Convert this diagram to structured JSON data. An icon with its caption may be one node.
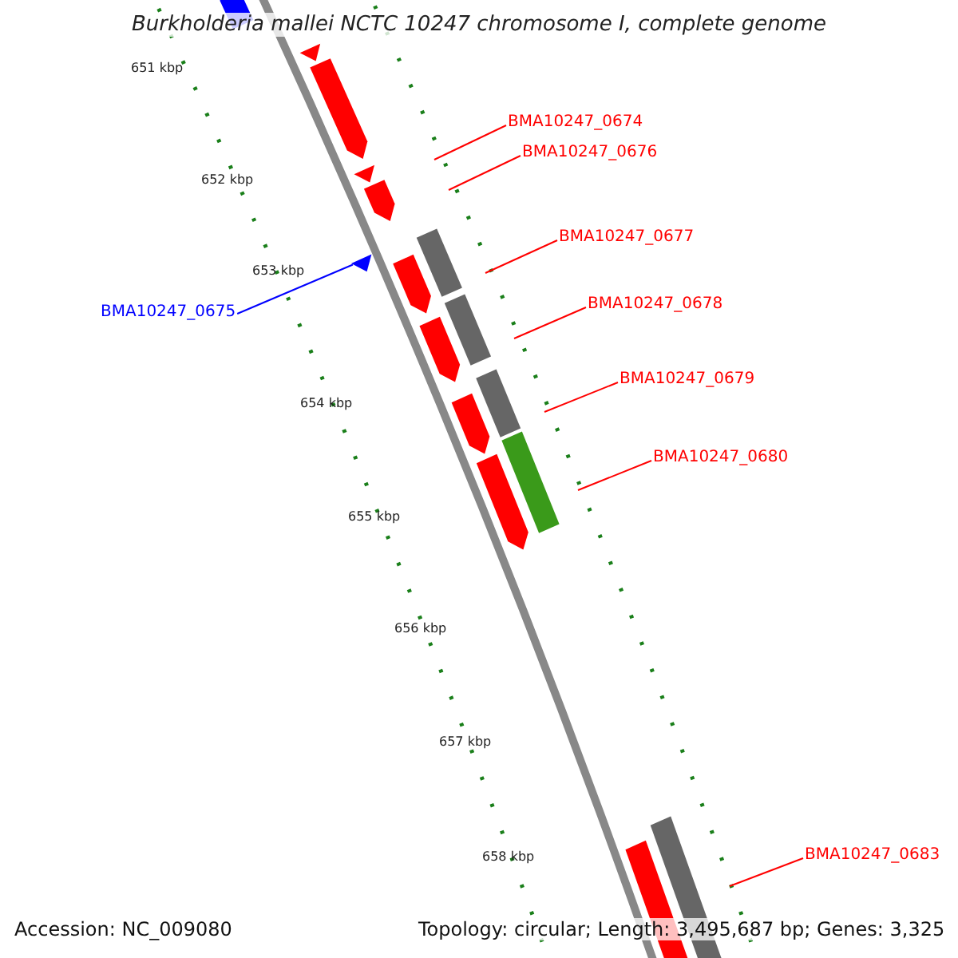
{
  "diagram": {
    "title": "Burkholderia mallei NCTC 10247 chromosome I, complete genome",
    "nodes": [
      {
        "text": [
          "BMA10247_0674"
        ]
      },
      {
        "text": [
          "BMA10247_0676"
        ]
      },
      {
        "text": [
          "BMA10247_0677"
        ]
      },
      {
        "text": [
          "BMA10247_0678"
        ]
      },
      {
        "text": [
          "BMA10247_0679"
        ]
      },
      {
        "text": [
          "BMA10247_0680"
        ]
      },
      {
        "text": [
          "BMA10247_0675"
        ]
      },
      {
        "text": [
          "BMA10247_0683"
        ]
      },
      {
        "text": [],
        "shape": "arrow"
      }
    ],
    "edges": [
      {
        "from": 0,
        "to": null,
        "arrow": "none"
      },
      {
        "from": 1,
        "to": null,
        "arrow": "none"
      },
      {
        "from": 2,
        "to": null,
        "arrow": "none"
      },
      {
        "from": 3,
        "to": null,
        "arrow": "none"
      },
      {
        "from": 4,
        "to": null,
        "arrow": "none"
      },
      {
        "from": 5,
        "to": null,
        "arrow": "none"
      },
      {
        "from": 6,
        "to": 8,
        "arrow": "none",
        "color": "#0000ff"
      },
      {
        "from": 7,
        "to": null,
        "arrow": "none"
      }
    ],
    "labels": [
      "651 kbp",
      "652 kbp",
      "653 kbp",
      "654 kbp",
      "655 kbp",
      "656 kbp",
      "657 kbp",
      "658 kbp",
      "Accession: NC_009080",
      "Topology: circular; Length: 3,495,687 bp; Genes: 3,325"
    ]
  }
}
